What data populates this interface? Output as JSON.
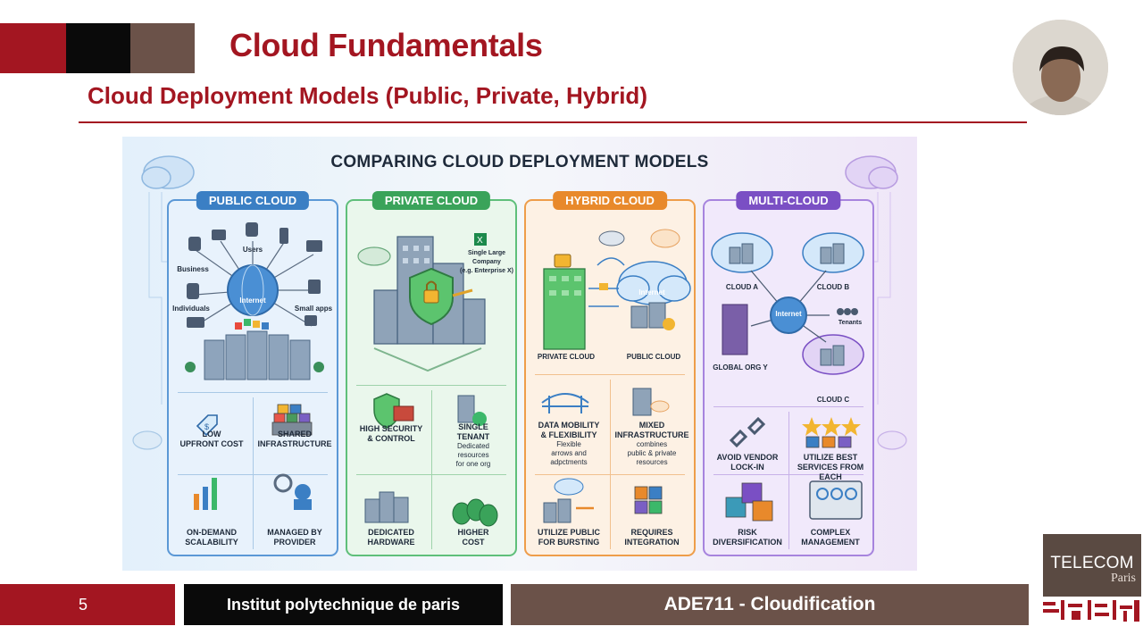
{
  "slide": {
    "title": "Cloud Fundamentals",
    "subtitle": "Cloud Deployment Models (Public, Private, Hybrid)"
  },
  "infographic": {
    "title": "COMPARING CLOUD DEPLOYMENT MODELS",
    "columns": [
      {
        "name": "PUBLIC CLOUD",
        "labels": [
          "Business",
          "Users",
          "Individuals",
          "Small apps",
          "Internet"
        ],
        "features": [
          {
            "title": "LOW\nUPFRONT COST",
            "desc": ""
          },
          {
            "title": "SHARED\nINFRASTRUCTURE",
            "desc": ""
          },
          {
            "title": "ON-DEMAND\nSCALABILITY",
            "desc": ""
          },
          {
            "title": "MANAGED BY\nPROVIDER",
            "desc": ""
          }
        ]
      },
      {
        "name": "PRIVATE CLOUD",
        "labels": [
          "Single Large\nCompany\n(e.g. Enterprise X)"
        ],
        "features": [
          {
            "title": "HIGH SECURITY\n& CONTROL",
            "desc": ""
          },
          {
            "title": "SINGLE\nTENANT",
            "desc": "Dedicated\nresources\nfor one org"
          },
          {
            "title": "DEDICATED\nHARDWARE",
            "desc": ""
          },
          {
            "title": "HIGHER\nCOST",
            "desc": ""
          }
        ]
      },
      {
        "name": "HYBRID CLOUD",
        "labels": [
          "PRIVATE CLOUD",
          "PUBLIC CLOUD",
          "Internet"
        ],
        "features": [
          {
            "title": "DATA MOBILITY\n& FLEXIBILITY",
            "desc": "Flexible\narrows and\nadpctments"
          },
          {
            "title": "MIXED\nINFRASTRUCTURE",
            "desc": "combines\npublic & private\nresources"
          },
          {
            "title": "UTILIZE PUBLIC\nFOR BURSTING",
            "desc": ""
          },
          {
            "title": "REQUIRES\nINTEGRATION",
            "desc": ""
          }
        ]
      },
      {
        "name": "MULTI-CLOUD",
        "labels": [
          "CLOUD A",
          "CLOUD B",
          "GLOBAL ORG Y",
          "Internet",
          "Tenants",
          "CLOUD C"
        ],
        "features": [
          {
            "title": "AVOID VENDOR\nLOCK-IN",
            "desc": ""
          },
          {
            "title": "UTILIZE BEST\nSERVICES FROM EACH",
            "desc": ""
          },
          {
            "title": "RISK\nDIVERSIFICATION",
            "desc": ""
          },
          {
            "title": "COMPLEX\nMANAGEMENT",
            "desc": ""
          }
        ]
      }
    ]
  },
  "footer": {
    "page_number": "5",
    "institution": "Institut polytechnique de paris",
    "course": "ADE711 - Cloudification"
  },
  "logo": {
    "line1": "TELECOM",
    "line2": "Paris"
  },
  "colors": {
    "brand_red": "#a31621",
    "dark_brown": "#6b5249",
    "public": "#3b7fc4",
    "private": "#3aa35a",
    "hybrid": "#e8892b",
    "multi": "#7a4fc4"
  }
}
